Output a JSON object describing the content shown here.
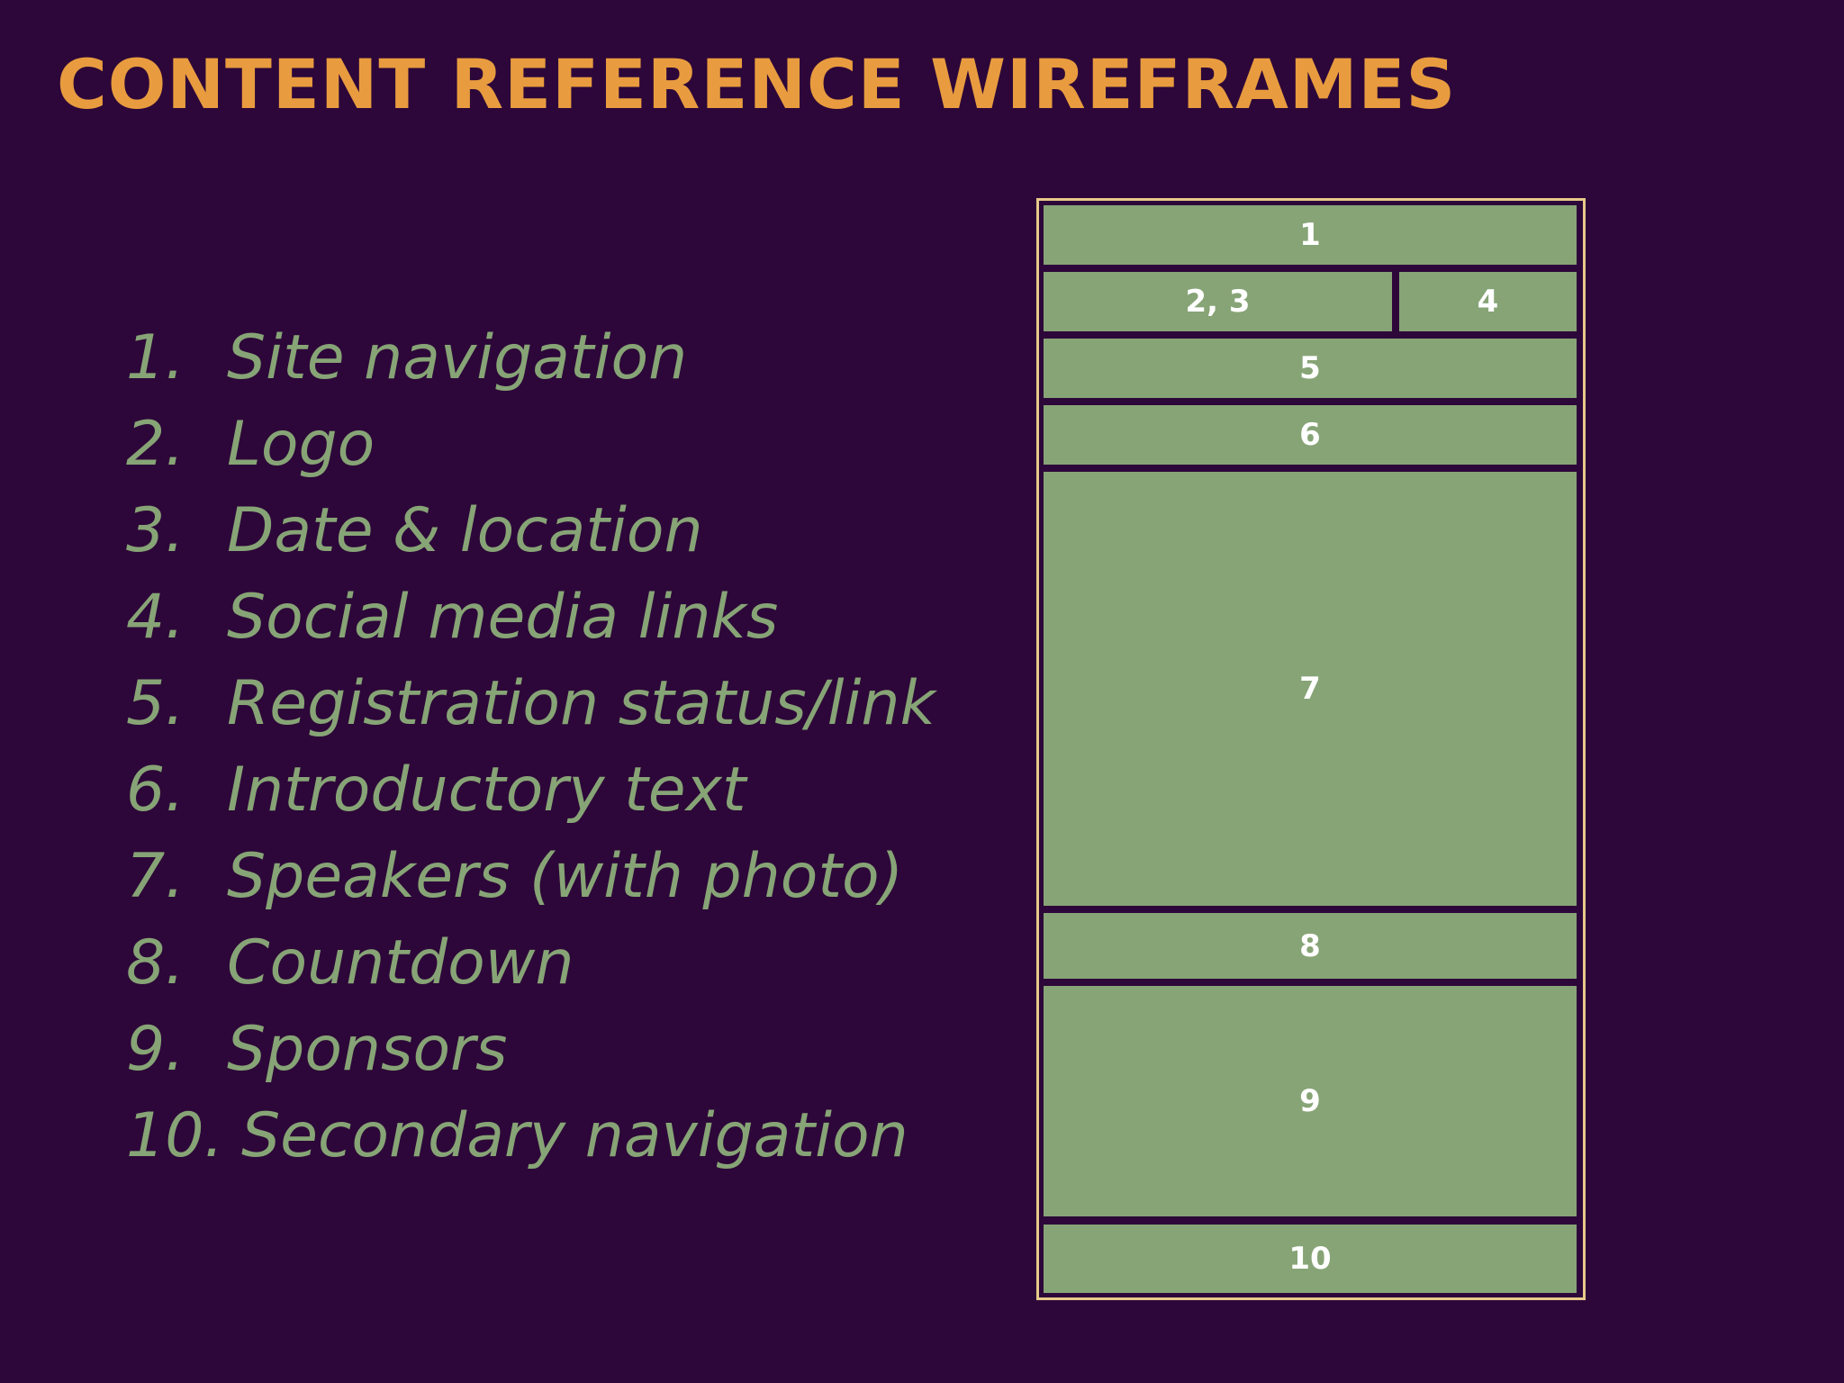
{
  "title": "CONTENT REFERENCE WIREFRAMES",
  "legend": [
    {
      "num": "1.",
      "label": "Site navigation"
    },
    {
      "num": "2.",
      "label": "Logo"
    },
    {
      "num": "3.",
      "label": "Date & location"
    },
    {
      "num": "4.",
      "label": "Social media links"
    },
    {
      "num": "5.",
      "label": "Registration status/link"
    },
    {
      "num": "6.",
      "label": "Introductory text"
    },
    {
      "num": "7.",
      "label": "Speakers (with photo)"
    },
    {
      "num": "8.",
      "label": "Countdown"
    },
    {
      "num": "9.",
      "label": "Sponsors"
    },
    {
      "num": "10.",
      "label": "Secondary navigation"
    }
  ],
  "wireframe": {
    "blocks": [
      "1",
      "2, 3",
      "4",
      "5",
      "6",
      "7",
      "8",
      "9",
      "10"
    ]
  },
  "colors": {
    "background": "#2d0739",
    "title": "#e89c3f",
    "text": "#87a476",
    "block": "#87a476",
    "frame_border": "#e8c98a"
  }
}
